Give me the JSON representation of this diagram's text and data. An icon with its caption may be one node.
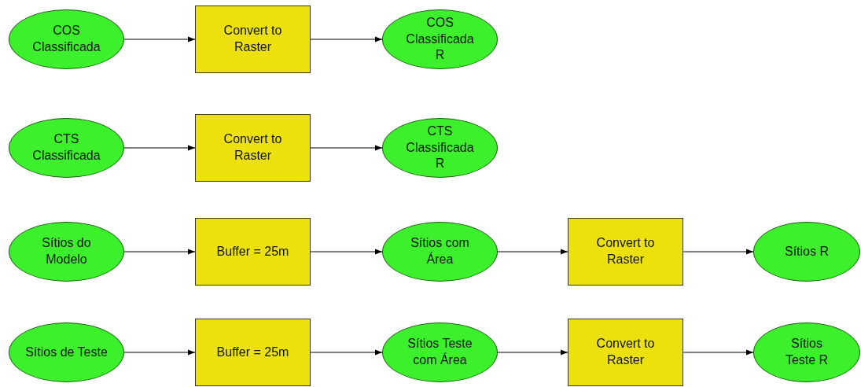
{
  "diagram": {
    "nodes": [
      {
        "text": [
          "COS Classificada"
        ]
      },
      {
        "text": [
          "Convert to Raster"
        ]
      },
      {
        "text": [
          "COS Classificada R"
        ]
      },
      {
        "text": [
          "CTS Classificada"
        ]
      },
      {
        "text": [
          "Convert to Raster"
        ]
      },
      {
        "text": [
          "CTS Classificada R"
        ]
      },
      {
        "text": [
          "Sítios do Modelo"
        ]
      },
      {
        "text": [
          "Buffer = 25m"
        ]
      },
      {
        "text": [
          "Sítios com Área"
        ]
      },
      {
        "text": [
          "Convert to Raster"
        ]
      },
      {
        "text": [
          "Sítios R"
        ]
      },
      {
        "text": [
          "Sítios de Teste"
        ]
      },
      {
        "text": [
          "Buffer = 25m"
        ]
      },
      {
        "text": [
          "Sítios Teste com Área"
        ]
      },
      {
        "text": [
          "Convert to Raster"
        ]
      },
      {
        "text": [
          "Sítios Teste R"
        ]
      }
    ],
    "edges": [
      {
        "from": 0,
        "to": 1,
        "arrow": "to"
      },
      {
        "from": 1,
        "to": 2,
        "arrow": "to"
      },
      {
        "from": 3,
        "to": 4,
        "arrow": "to"
      },
      {
        "from": 4,
        "to": 5,
        "arrow": "to"
      },
      {
        "from": 6,
        "to": 7,
        "arrow": "to"
      },
      {
        "from": 7,
        "to": 8,
        "arrow": "to"
      },
      {
        "from": 8,
        "to": 9,
        "arrow": "to"
      },
      {
        "from": 9,
        "to": 10,
        "arrow": "to"
      },
      {
        "from": 11,
        "to": 12,
        "arrow": "to"
      },
      {
        "from": 12,
        "to": 13,
        "arrow": "to"
      },
      {
        "from": 13,
        "to": 14,
        "arrow": "to"
      },
      {
        "from": 14,
        "to": 15,
        "arrow": "to"
      }
    ]
  }
}
